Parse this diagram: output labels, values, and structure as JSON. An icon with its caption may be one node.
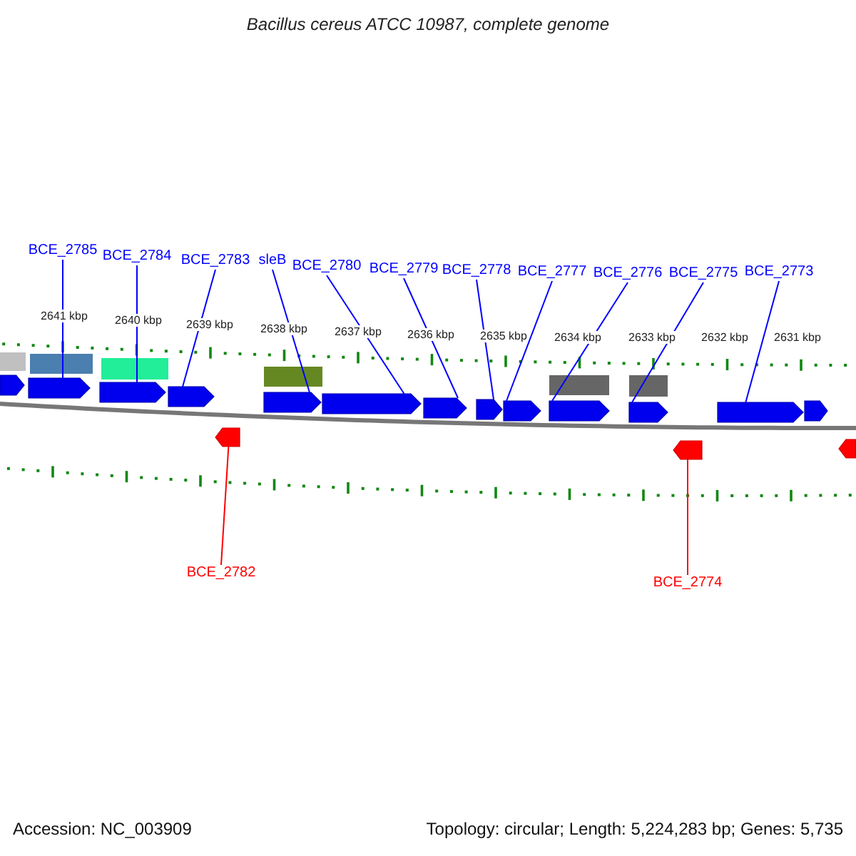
{
  "diagram": {
    "title": "Bacillus cereus ATCC 10987, complete genome",
    "nodes": [
      {
        "text": [
          "BCE_2785"
        ]
      },
      {
        "text": [
          "BCE_2784"
        ]
      },
      {
        "text": [
          "BCE_2783"
        ]
      },
      {
        "text": [
          "sleB"
        ]
      },
      {
        "text": [
          "BCE_2780"
        ]
      },
      {
        "text": [
          "BCE_2779"
        ]
      },
      {
        "text": [
          "BCE_2778"
        ]
      },
      {
        "text": [
          "BCE_2777"
        ]
      },
      {
        "text": [
          "BCE_2776"
        ]
      },
      {
        "text": [
          "BCE_2775"
        ]
      },
      {
        "text": [
          "BCE_2773"
        ]
      },
      {
        "text": [
          "BCE_2782"
        ]
      },
      {
        "text": [
          "BCE_2774"
        ]
      },
      {
        "text": [],
        "shape": "pentagon"
      },
      {
        "text": [],
        "shape": "pentagon"
      },
      {
        "text": [],
        "shape": "pentagon"
      },
      {
        "text": [],
        "shape": "pentagon"
      },
      {
        "text": [],
        "shape": "pentagon"
      },
      {
        "text": [],
        "shape": "pentagon"
      },
      {
        "text": [],
        "shape": "pentagon"
      },
      {
        "text": [],
        "shape": "pentagon"
      },
      {
        "text": [],
        "shape": "pentagon"
      },
      {
        "text": [],
        "shape": "pentagon"
      },
      {
        "text": [],
        "shape": "pentagon"
      },
      {
        "text": [],
        "shape": "pentagon"
      },
      {
        "text": [],
        "shape": "pentagon"
      },
      {
        "text": [],
        "shape": "pentagon"
      },
      {
        "text": [],
        "shape": "pentagon"
      },
      {
        "text": [],
        "shape": "pentagon"
      }
    ],
    "edges": [
      {
        "from": 0,
        "to": 14,
        "arrow": "none"
      },
      {
        "from": 1,
        "to": 15,
        "arrow": "none"
      },
      {
        "from": 2,
        "to": 16,
        "arrow": "none"
      },
      {
        "from": 3,
        "to": 17,
        "arrow": "none"
      },
      {
        "from": 4,
        "to": 18,
        "arrow": "none"
      },
      {
        "from": 5,
        "to": 19,
        "arrow": "none"
      },
      {
        "from": 6,
        "to": 20,
        "arrow": "none"
      },
      {
        "from": 7,
        "to": 21,
        "arrow": "none"
      },
      {
        "from": 8,
        "to": 22,
        "arrow": "none"
      },
      {
        "from": 9,
        "to": 23,
        "arrow": "none"
      },
      {
        "from": 10,
        "to": 24,
        "arrow": "none"
      },
      {
        "from": 11,
        "to": 26,
        "arrow": "none",
        "color": "#ff0000"
      },
      {
        "from": 12,
        "to": 27,
        "arrow": "none",
        "color": "#ff0000"
      }
    ],
    "labels": [
      "2641 kbp",
      "2640 kbp",
      "2639 kbp",
      "2638 kbp",
      "2637 kbp",
      "2636 kbp",
      "2635 kbp",
      "2634 kbp",
      "2633 kbp",
      "2632 kbp",
      "2631 kbp",
      "Accession: NC_003909",
      "Topology: circular; Length: 5,224,283 bp; Genes: 5,735"
    ]
  }
}
